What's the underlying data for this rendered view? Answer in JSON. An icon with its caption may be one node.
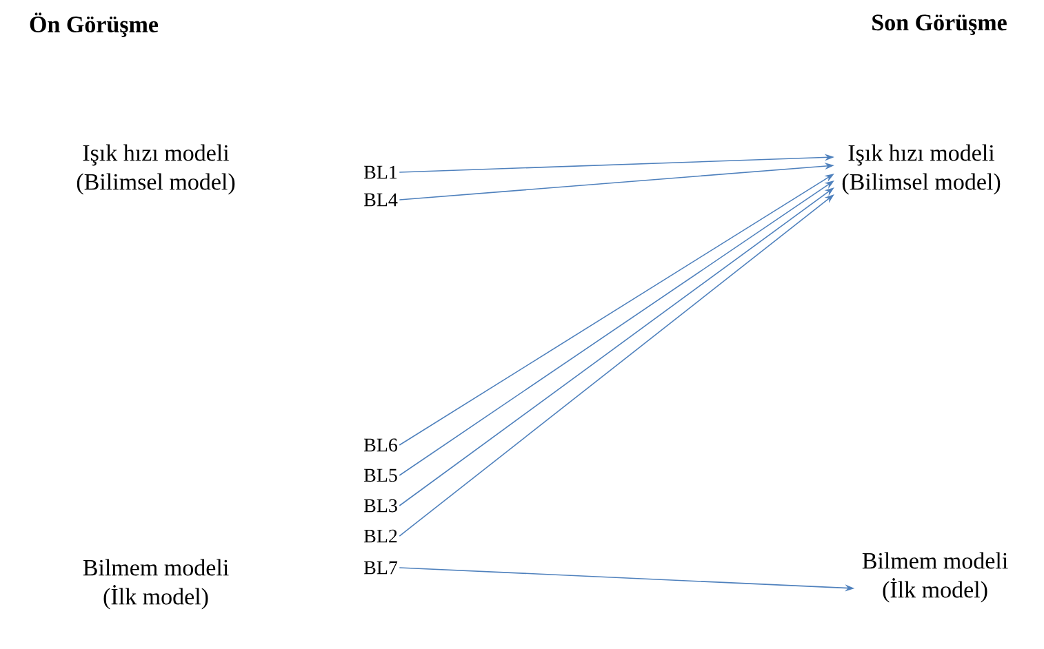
{
  "diagram": {
    "nodes": [
      {
        "text": [
          "Işık hızı modeli",
          "(Bilimsel model)"
        ]
      },
      {
        "text": [
          "Işık hızı modeli",
          "(Bilimsel model)"
        ]
      },
      {
        "text": [
          "Bilmem modeli",
          "(İlk model)"
        ]
      },
      {
        "text": [
          "Bilmem modeli",
          "(İlk model)"
        ]
      },
      {
        "text": [
          "BL1"
        ]
      },
      {
        "text": [
          "BL4"
        ]
      },
      {
        "text": [
          "BL6"
        ]
      },
      {
        "text": [
          "BL5"
        ]
      },
      {
        "text": [
          "BL3"
        ]
      },
      {
        "text": [
          "BL2"
        ]
      },
      {
        "text": [
          "BL7"
        ]
      }
    ],
    "edges": [
      {
        "from": 4,
        "to": 1,
        "arrow": "to"
      },
      {
        "from": 5,
        "to": 1,
        "arrow": "to"
      },
      {
        "from": 6,
        "to": 1,
        "arrow": "to"
      },
      {
        "from": 7,
        "to": 1,
        "arrow": "to"
      },
      {
        "from": 8,
        "to": 1,
        "arrow": "to"
      },
      {
        "from": 9,
        "to": 1,
        "arrow": "to"
      },
      {
        "from": 10,
        "to": 3,
        "arrow": "to"
      }
    ],
    "labels": [
      "Ön Görüşme",
      "Son Görüşme"
    ]
  }
}
